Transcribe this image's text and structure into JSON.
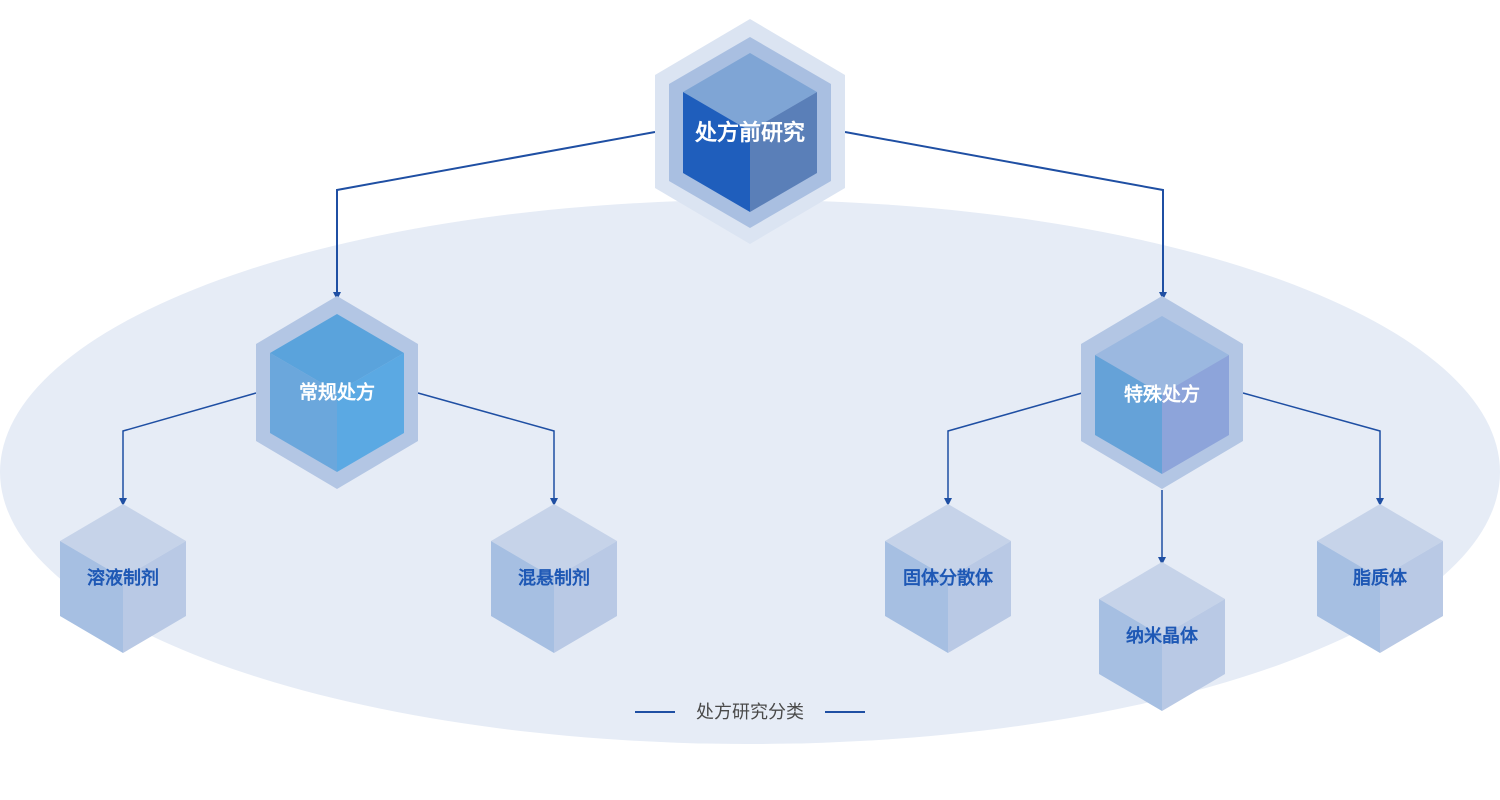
{
  "diagram": {
    "root": {
      "label": "处方前研究"
    },
    "branches": [
      {
        "label": "常规处方",
        "children": [
          {
            "label": "溶液制剂"
          },
          {
            "label": "混悬制剂"
          }
        ]
      },
      {
        "label": "特殊处方",
        "children": [
          {
            "label": "固体分散体"
          },
          {
            "label": "纳米晶体"
          },
          {
            "label": "脂质体"
          }
        ]
      }
    ],
    "caption": "处方研究分类"
  },
  "colors": {
    "connector": "#1f4fa3",
    "ellipse": "#e6ecf6",
    "root_front": "#1f5ebc",
    "root_top": "#7fa5d5",
    "root_right": "#5a7fb8",
    "mid_top": "#5aa3dc",
    "mid_left": "#6ba7dc",
    "mid_right": "#5ba9e3",
    "leaf_top": "#c6d3e9",
    "leaf_left": "#a6bfe2",
    "leaf_right": "#b9c9e5",
    "leaf_text": "#1e58b5",
    "caption_text": "#4a4a4a"
  }
}
